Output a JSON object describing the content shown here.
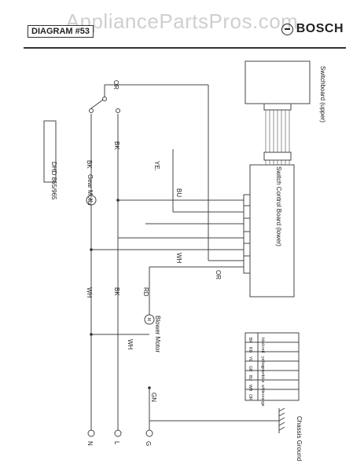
{
  "header": {
    "watermark": "AppliancePartsPros.com",
    "diagram_label": "DIAGRAM #53",
    "brand": "BOSCH"
  },
  "diagram": {
    "model": "DHD 865/965",
    "terminals": {
      "n": "N",
      "l": "L",
      "g": "G"
    },
    "wire_labels": {
      "or_top": "OR",
      "bk_1": "BK",
      "bk_2": "BK",
      "bk_3": "BK",
      "ye": "YE.",
      "bu": "BU",
      "wh_1": "WH",
      "wh_2": "WH",
      "wh_3": "WH",
      "rd": "RD",
      "gn": "GN",
      "or_bottom": "OR"
    },
    "components": {
      "gear_motor": "Gear Motor",
      "blower_motor": "Blower Motor",
      "motor_symbol": "M",
      "switchboard_upper": "Switchboard (upper)",
      "switch_control_board": "Switch Control Board (lower)",
      "chassis_ground": "Chassis Ground"
    },
    "legend": [
      {
        "code": "BK",
        "name": "black"
      },
      {
        "code": "RD",
        "name": "red"
      },
      {
        "code": "YE",
        "name": "yellow"
      },
      {
        "code": "GR",
        "name": "green"
      },
      {
        "code": "BU",
        "name": "blue"
      },
      {
        "code": "WH",
        "name": "white"
      },
      {
        "code": "OR",
        "name": "orange"
      }
    ]
  }
}
